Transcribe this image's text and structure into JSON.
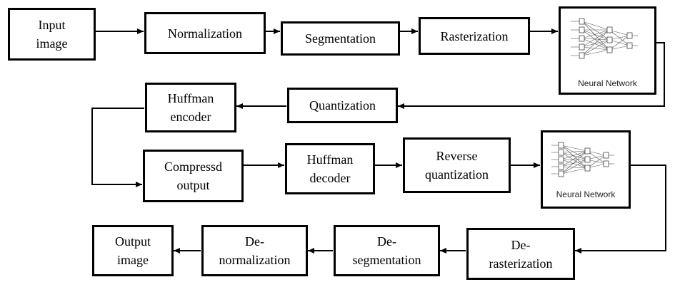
{
  "diagram": {
    "boxes": {
      "input_image": "Input\nimage",
      "normalization": "Normalization",
      "segmentation": "Segmentation",
      "rasterization": "Rasterization",
      "quantization": "Quantization",
      "huffman_encoder": "Huffman\nencoder",
      "compressed_output": "Compressd\noutput",
      "huffman_decoder": "Huffman\ndecoder",
      "reverse_quantization": "Reverse\nquantization",
      "de_rasterization": "De-\nrasterization",
      "de_segmentation": "De-\nsegmentation",
      "de_normalization": "De-\nnormalization",
      "output_image": "Output\nimage"
    },
    "neural_network_label": "Neural Network"
  },
  "colors": {
    "stroke": "#000000",
    "background": "#ffffff"
  }
}
